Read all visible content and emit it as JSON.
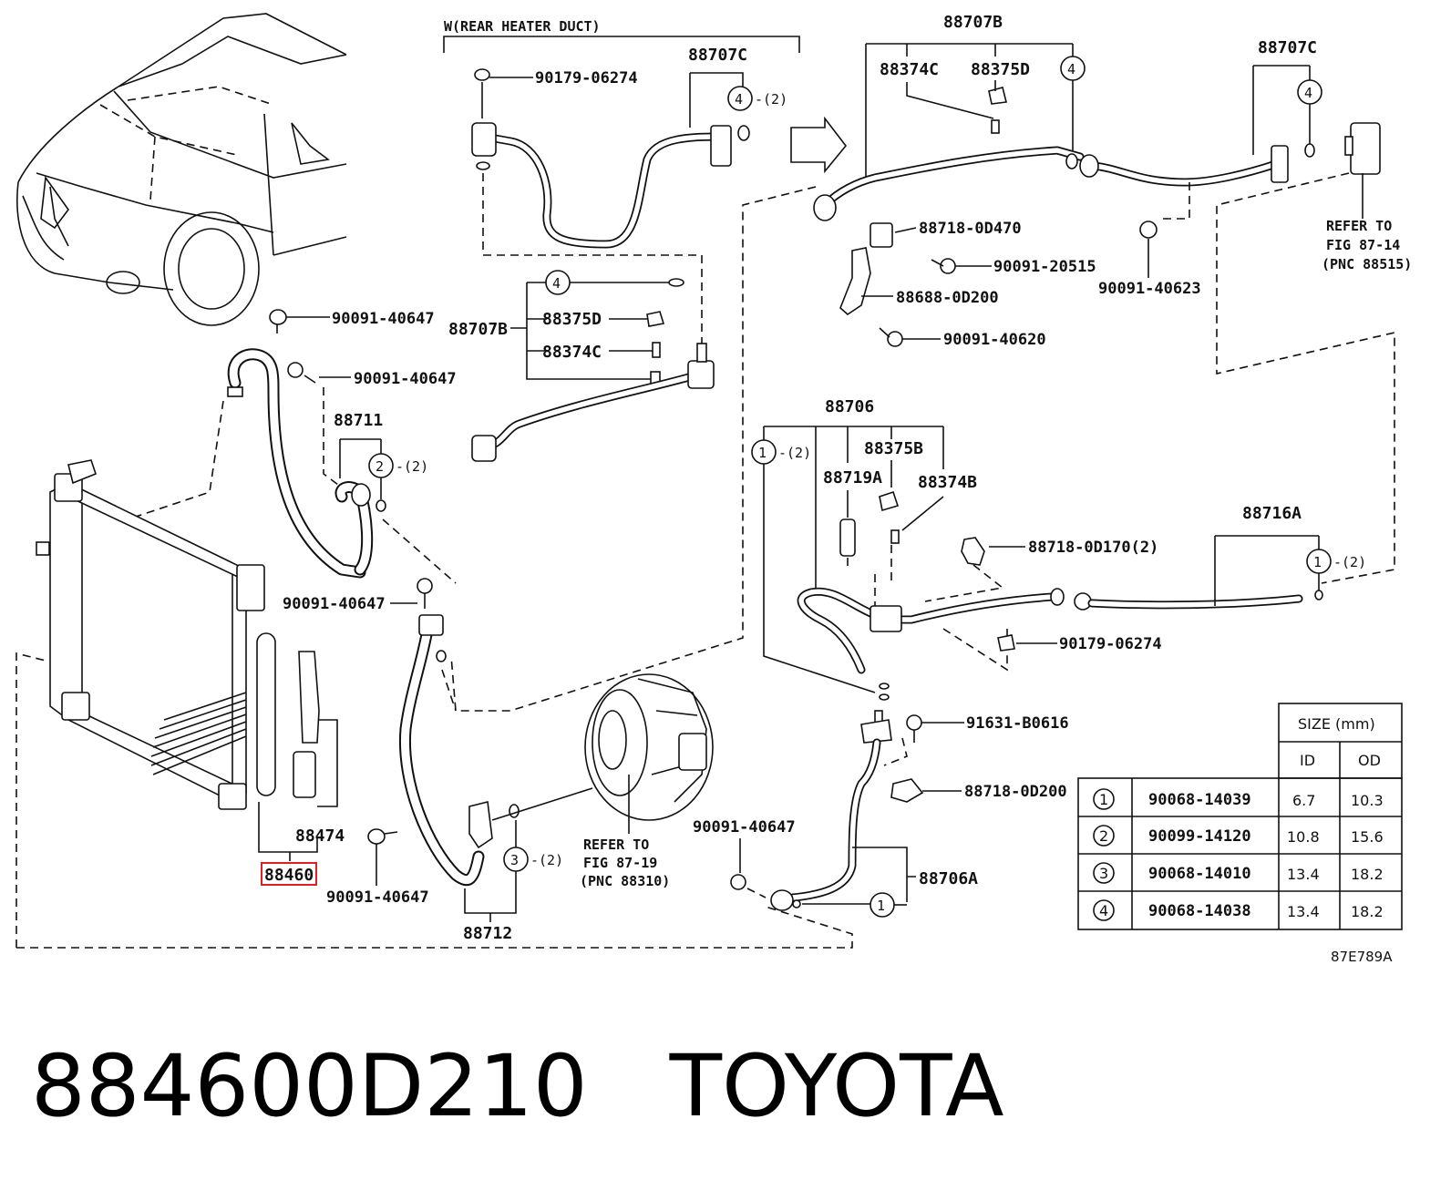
{
  "duct_label": "W(REAR HEATER DUCT)",
  "parts": {
    "p88707B_top": "88707B",
    "p88707C_left": "88707C",
    "p88707C_right": "88707C",
    "p88374C_top": "88374C",
    "p88375D_top": "88375D",
    "p90179_06274_top": "90179-06274",
    "p88718_0D470": "88718-0D470",
    "p90091_20515": "90091-20515",
    "p88688_0D200": "88688-0D200",
    "p90091_40620": "90091-40620",
    "p90091_40623": "90091-40623",
    "p90091_40647_a": "90091-40647",
    "p90091_40647_b": "90091-40647",
    "p88707B_mid": "88707B",
    "p88375D_mid": "88375D",
    "p88374C_mid": "88374C",
    "p88711": "88711",
    "p88706": "88706",
    "p88375B": "88375B",
    "p88719A": "88719A",
    "p88374B": "88374B",
    "p88716A": "88716A",
    "p88718_0D170": "88718-0D170(2)",
    "p90179_06274_bot": "90179-06274",
    "p90091_40647_c": "90091-40647",
    "p91631_B0616": "91631-B0616",
    "p88718_0D200": "88718-0D200",
    "p88474": "88474",
    "p88460": "88460",
    "p90091_40647_d": "90091-40647",
    "p88712": "88712",
    "p90091_40647_e": "90091-40647",
    "p88706A": "88706A"
  },
  "refer": {
    "right_1": "REFER TO",
    "right_2": "FIG 87-14",
    "right_3": "(PNC 88515)",
    "comp_1": "REFER TO",
    "comp_2": "FIG 87-19",
    "comp_3": "(PNC 88310)"
  },
  "callouts": {
    "c4_top_left": "4",
    "c4_top_left_qty": "-(2)",
    "c4_top_mid": "4",
    "c4_top_right": "4",
    "c4_mid_left": "4",
    "c2_88711": "2",
    "c2_88711_qty": "-(2)",
    "c1_88706": "1",
    "c1_88706_qty": "-(2)",
    "c1_88716A": "1",
    "c1_88716A_qty": "-(2)",
    "c3_88712": "3",
    "c3_88712_qty": "-(2)",
    "c1_88706A": "1"
  },
  "size_table": {
    "header": "SIZE (mm)",
    "col_id": "ID",
    "col_od": "OD",
    "rows": [
      {
        "ref": "1",
        "part": "90068-14039",
        "id": "6.7",
        "od": "10.3"
      },
      {
        "ref": "2",
        "part": "90099-14120",
        "id": "10.8",
        "od": "15.6"
      },
      {
        "ref": "3",
        "part": "90068-14010",
        "id": "13.4",
        "od": "18.2"
      },
      {
        "ref": "4",
        "part": "90068-14038",
        "id": "13.4",
        "od": "18.2"
      }
    ]
  },
  "figure_code": "87E789A",
  "caption": {
    "part_number": "884600D210",
    "brand": "TOYOTA"
  }
}
